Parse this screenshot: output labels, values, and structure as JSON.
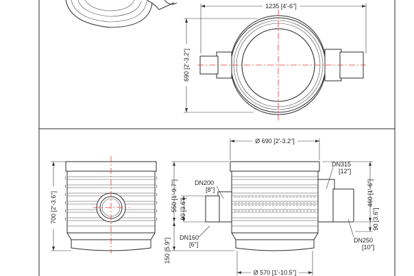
{
  "dimensions": {
    "top_width": "1235 [4'-6\"]",
    "top_height": "690 [2'-3.2\"]",
    "diameter_top": "Ø 690 [2'-3.2\"]",
    "total_height": "700 [2'-3.6\"]",
    "inlet_height": "550 [1'-9.7\"]",
    "inlet_lower": "90 [3.6\"]",
    "base_height": "150 [5.9\"]",
    "right_height": "460 [1'-6\"]",
    "right_lower": "90 [3.6\"]",
    "diameter_bottom": "Ø 570 [1'-10.5\"]"
  },
  "labels": {
    "dn315": "DN315",
    "dn315_in": "[12\"]",
    "dn200": "DN200",
    "dn200_in": "[8\"]",
    "dn160": "DN160",
    "dn160_in": "[6\"]",
    "dn250": "DN250",
    "dn250_in": "[10\"]"
  },
  "colors": {
    "centerline": "#e0302a",
    "line": "#2a2a2a"
  }
}
